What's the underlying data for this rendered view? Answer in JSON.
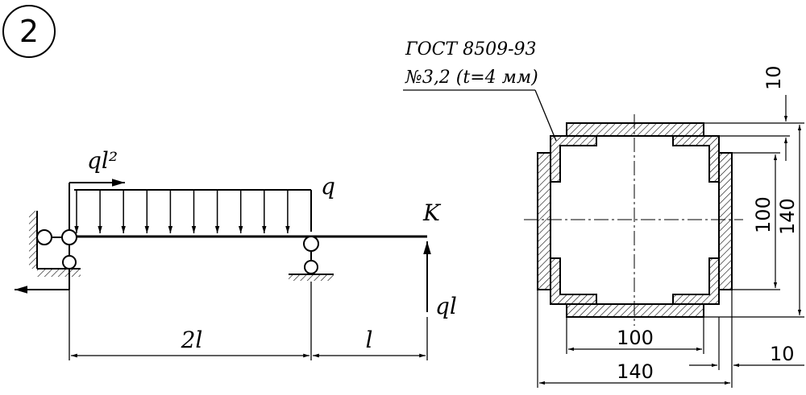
{
  "problem": {
    "number": "2"
  },
  "beam": {
    "moment_label": "ql²",
    "distributed_load_label": "q",
    "point_label": "K",
    "force_label": "ql",
    "span_left": "2l",
    "span_right": "l"
  },
  "section": {
    "standard_line1": "ГОСТ 8509-93",
    "standard_line2": "№3,2 (t=4 мм)",
    "dims": {
      "top_flange": "10",
      "inner_height": "100",
      "outer_height": "140",
      "inner_width": "100",
      "outer_width": "140",
      "side_flange": "10"
    }
  }
}
